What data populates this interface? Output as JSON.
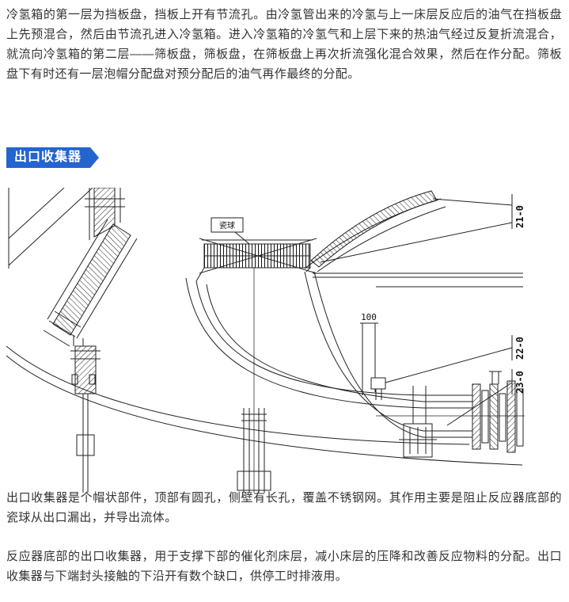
{
  "colors": {
    "accent_blue": "#2464d0",
    "text": "#333333",
    "line": "#222222"
  },
  "paragraphs": {
    "intro": "冷氢箱的第一层为挡板盘，挡板上开有节流孔。由冷氢管出来的冷氢与上一床层反应后的油气在挡板盘上先预混合，然后由节流孔进入冷氢箱。进入冷氢箱的冷氢气和上层下来的热油气经过反复折流混合，就流向冷氢箱的第二层——筛板盘，筛板盘，在筛板盘上再次折流强化混合效果，然后在作分配。筛板盘下有时还有一层泡帽分配盘对预分配后的油气再作最终的分配。",
    "collector_desc": "出口收集器是个帽状部件，顶部有圆孔，侧壁有长孔，覆盖不锈钢网。其作用主要是阻止反应器底部的瓷球从出口漏出，并导出流体。",
    "collector_function": "反应器底部的出口收集器，用于支撑下部的催化剂床层，减小床层的压降和改善反应物料的分配。出口收集器与下端封头接触的下沿开有数个缺口，供停工时排液用。"
  },
  "section": {
    "badge": "出口收集器"
  },
  "diagram": {
    "annotation": "瓷球",
    "dimension": "100",
    "callouts": {
      "c21": "21-0",
      "c22": "22-0",
      "c23": "23-0"
    }
  }
}
